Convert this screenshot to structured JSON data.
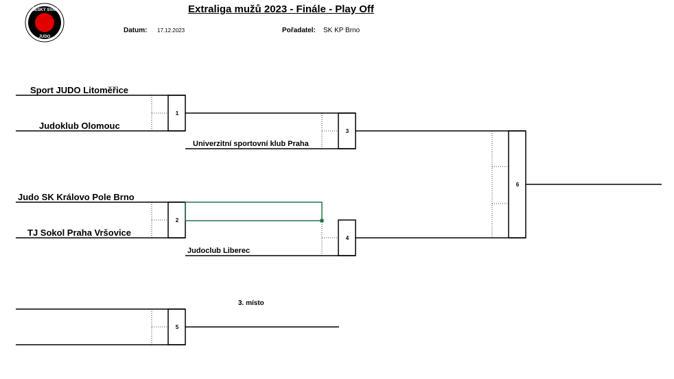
{
  "header": {
    "title": "Extraliga mužů 2023 - Finále - Play Off",
    "date_label": "Datum:",
    "date_value": "17.12.2023",
    "organizer_label": "Pořadatel:",
    "organizer_value": "SK KP Brno"
  },
  "logo": {
    "text_top": "ČESKÝ SVAZ",
    "text_bottom": "JUDO",
    "circle_color": "#e00000"
  },
  "bracket": {
    "matches": [
      "1",
      "2",
      "3",
      "4",
      "5",
      "6"
    ],
    "teams": {
      "m1_top": "Sport JUDO Litoměřice",
      "m1_bottom": "Judoklub Olomouc",
      "m2_top": "Judo SK Královo Pole Brno",
      "m2_bottom": "TJ Sokol Praha Vršovice",
      "m3_bottom": "Univerzitní sportovní klub Praha",
      "m4_bottom": "Judoclub Liberec"
    },
    "third_place_label": "3. místo",
    "highlight_color": "#217346"
  }
}
